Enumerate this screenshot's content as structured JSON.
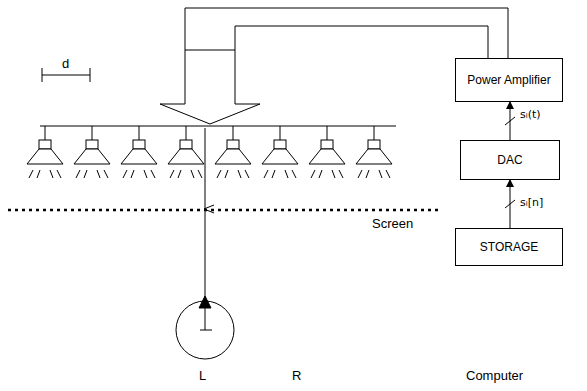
{
  "diagram": {
    "nodes": [
      {
        "text": [
          "Power Amplifier"
        ]
      },
      {
        "text": [
          "DAC"
        ]
      },
      {
        "text": [
          "STORAGE"
        ]
      }
    ],
    "edges": [
      {
        "from": 2,
        "to": 1,
        "arrow": "to"
      },
      {
        "from": 1,
        "to": 0,
        "arrow": "to"
      }
    ],
    "labels": [
      "d",
      "Screen",
      "L",
      "R",
      "Computer",
      "sᵢ(t)",
      "sᵢ[n]"
    ]
  }
}
